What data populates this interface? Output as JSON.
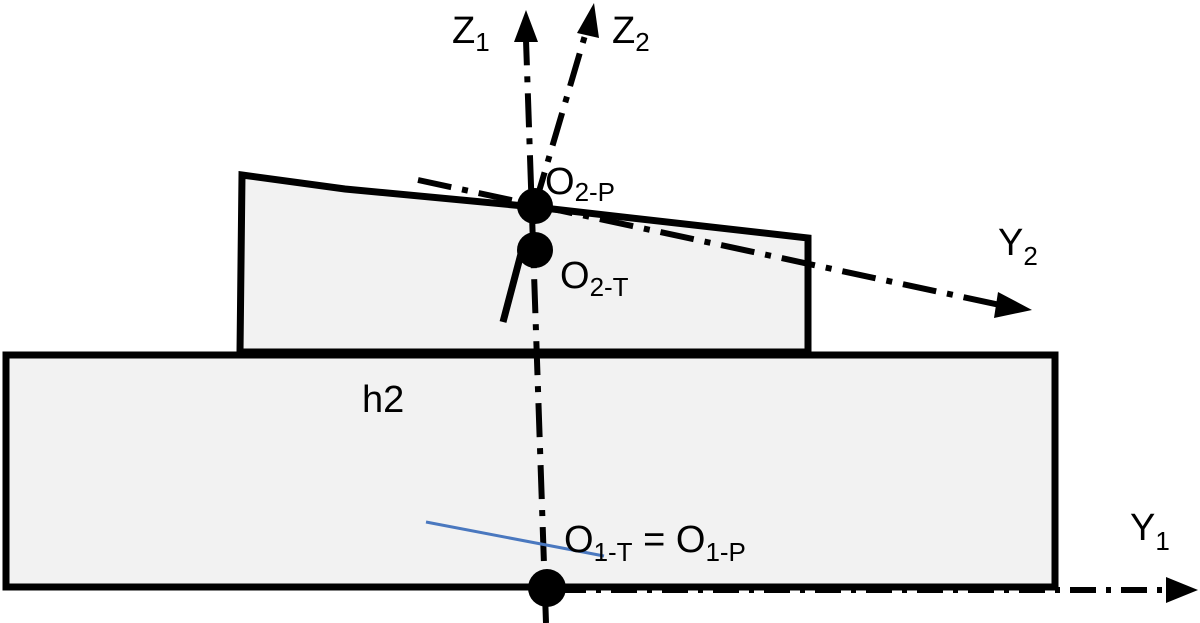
{
  "labels": {
    "z1": {
      "main": "Z",
      "sub": "1"
    },
    "z2": {
      "main": "Z",
      "sub": "2"
    },
    "y1": {
      "main": "Y",
      "sub": "1"
    },
    "y2": {
      "main": "Y",
      "sub": "2"
    },
    "o2p": {
      "main": "O",
      "sub": "2-P"
    },
    "o2t": {
      "main": "O",
      "sub": "2-T"
    },
    "h2": "h2",
    "o1": {
      "main1": "O",
      "sub1": "1-T",
      "eq": " = ",
      "main2": "O",
      "sub2": "1-P"
    }
  },
  "colors": {
    "outline": "#000000",
    "block_fill": "#f2f2f2",
    "thin_line": "#4a78bf"
  }
}
